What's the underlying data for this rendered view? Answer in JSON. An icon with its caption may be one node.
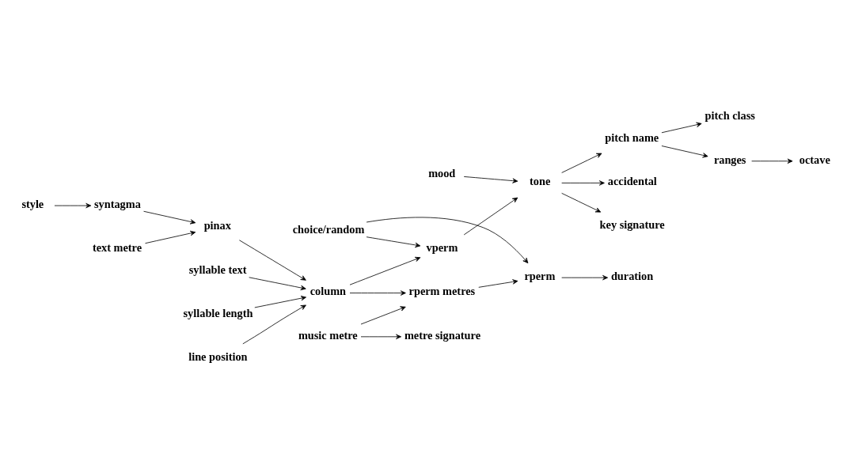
{
  "diagram": {
    "nodes": [
      {
        "text": [
          "style"
        ]
      },
      {
        "text": [
          "syntagma"
        ]
      },
      {
        "text": [
          "text metre"
        ]
      },
      {
        "text": [
          "pinax"
        ]
      },
      {
        "text": [
          "syllable text"
        ]
      },
      {
        "text": [
          "syllable length"
        ]
      },
      {
        "text": [
          "column"
        ]
      },
      {
        "text": [
          "line position"
        ]
      },
      {
        "text": [
          "choice/random"
        ]
      },
      {
        "text": [
          "vperm"
        ]
      },
      {
        "text": [
          "mood"
        ]
      },
      {
        "text": [
          "tone"
        ]
      },
      {
        "text": [
          "pitch name"
        ]
      },
      {
        "text": [
          "accidental"
        ]
      },
      {
        "text": [
          "pitch class"
        ]
      },
      {
        "text": [
          "ranges"
        ]
      },
      {
        "text": [
          "octave"
        ]
      },
      {
        "text": [
          "music metre"
        ]
      },
      {
        "text": [
          "rperm metres"
        ]
      },
      {
        "text": [
          "rperm"
        ]
      },
      {
        "text": [
          "duration"
        ]
      },
      {
        "text": [
          "metre signature"
        ]
      },
      {
        "text": [
          "key signature"
        ]
      }
    ],
    "edges": [
      {
        "from": 0,
        "to": 1,
        "arrow": "to"
      },
      {
        "from": 1,
        "to": 3,
        "arrow": "to"
      },
      {
        "from": 2,
        "to": 3,
        "arrow": "to"
      },
      {
        "from": 3,
        "to": 6,
        "arrow": "to"
      },
      {
        "from": 4,
        "to": 6,
        "arrow": "to"
      },
      {
        "from": 5,
        "to": 6,
        "arrow": "to"
      },
      {
        "from": 7,
        "to": 6,
        "arrow": "to"
      },
      {
        "from": 6,
        "to": 9,
        "arrow": "to"
      },
      {
        "from": 6,
        "to": 18,
        "arrow": "to"
      },
      {
        "from": 8,
        "to": 9,
        "arrow": "to"
      },
      {
        "from": 8,
        "to": 19,
        "arrow": "to"
      },
      {
        "from": 9,
        "to": 11,
        "arrow": "to"
      },
      {
        "from": 10,
        "to": 11,
        "arrow": "to"
      },
      {
        "from": 11,
        "to": 12,
        "arrow": "to"
      },
      {
        "from": 11,
        "to": 13,
        "arrow": "to"
      },
      {
        "from": 11,
        "to": 22,
        "arrow": "to"
      },
      {
        "from": 12,
        "to": 14,
        "arrow": "to"
      },
      {
        "from": 12,
        "to": 15,
        "arrow": "to"
      },
      {
        "from": 15,
        "to": 16,
        "arrow": "to"
      },
      {
        "from": 17,
        "to": 18,
        "arrow": "to"
      },
      {
        "from": 17,
        "to": 21,
        "arrow": "to"
      },
      {
        "from": 18,
        "to": 19,
        "arrow": "to"
      },
      {
        "from": 19,
        "to": 20,
        "arrow": "to"
      }
    ]
  }
}
